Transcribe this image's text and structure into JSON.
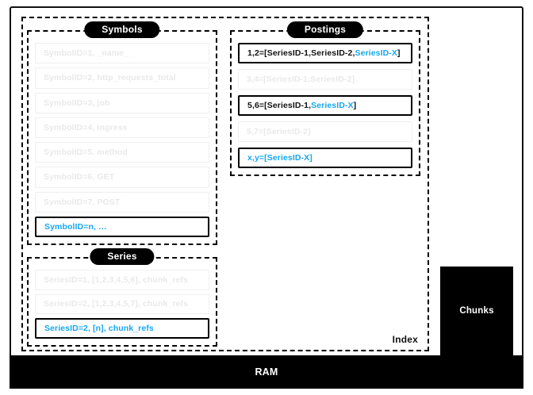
{
  "diagram": {
    "outer_container_label": "RAM",
    "index_label": "Index",
    "chunks_label": "Chunks",
    "accent_color": "#16A7EF",
    "muted_color": "#E9E9E9",
    "groups": {
      "symbols": {
        "title": "Symbols",
        "rows": [
          {
            "text": "SymbolID=1, _name_",
            "state": "faded"
          },
          {
            "text": "SymbolID=2, http_requests_total",
            "state": "faded"
          },
          {
            "text": "SymbolID=3, job",
            "state": "faded"
          },
          {
            "text": "SymbolID=4, ingress",
            "state": "faded"
          },
          {
            "text": "SymbolID=5, method",
            "state": "faded"
          },
          {
            "text": "SymbolID=6, GET",
            "state": "faded"
          },
          {
            "text": "SymbolID=7, POST",
            "state": "faded"
          },
          {
            "text": "SymbolID=n, …",
            "state": "active-accent"
          }
        ]
      },
      "series": {
        "title": "Series",
        "rows": [
          {
            "text": "SeriesID=1, [1,2,3,4,5,6], chunk_refs",
            "state": "faded"
          },
          {
            "text": "SeriesID=2, [1,2,3,4,5,7], chunk_refs",
            "state": "faded"
          },
          {
            "text": "SeriesID=2, [n], chunk_refs",
            "state": "active-accent"
          }
        ]
      },
      "postings": {
        "title": "Postings",
        "rows": [
          {
            "text": "1,2=[SeriesID-1,SeriesID-2,SeriesID-X]",
            "state": "active",
            "segments": [
              {
                "text": "1,2=[SeriesID-1,SeriesID-2,",
                "tone": "dark"
              },
              {
                "text": "SeriesID-X",
                "tone": "accent"
              },
              {
                "text": "]",
                "tone": "dark"
              }
            ]
          },
          {
            "text": "3,4=[SeriesID-1,SeriesID-2]",
            "state": "faded"
          },
          {
            "text": "5,6=[SeriesID-1, SeriesID-X]",
            "state": "active",
            "segments": [
              {
                "text": "5,6=[SeriesID-1, ",
                "tone": "dark"
              },
              {
                "text": "SeriesID-X",
                "tone": "accent"
              },
              {
                "text": "]",
                "tone": "dark"
              }
            ]
          },
          {
            "text": "5,7=[SeriesID-2]",
            "state": "faded"
          },
          {
            "text": "x,y=[SeriesID-X]",
            "state": "active-accent"
          }
        ]
      }
    }
  }
}
